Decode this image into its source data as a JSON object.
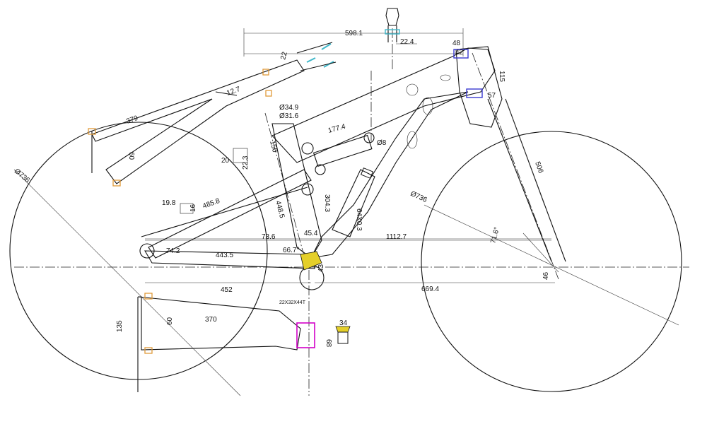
{
  "dimensions": {
    "d598_1": "598.1",
    "d22_4": "22.4",
    "d48": "48",
    "d42": "42",
    "d115": "115",
    "d57": "57",
    "d22": "22",
    "d12_7": "12.7",
    "d379": "379",
    "d60_top": "60",
    "dia34_9": "Ø34.9",
    "dia31_6": "Ø31.6",
    "d177_4": "177.4",
    "dia8": "Ø8",
    "d20": "20",
    "d22_3": "22.3",
    "d150": "150",
    "dia736_left": "Ø736",
    "dia736_right": "Ø736",
    "d506": "506",
    "d19_8": "19.8",
    "d16": "16",
    "d485_8": "485.8",
    "d448_5": "448.5",
    "d304_3": "304.3",
    "d64x0_3": "64X0.3",
    "d45_4": "45.4",
    "d1112_7": "1112.7",
    "d73_6": "73.6",
    "d74_2": "74.2",
    "d443_5": "443.5",
    "d66_7": "66.7°",
    "d71_6": "71.6°",
    "d452": "452",
    "d669_4": "669.4",
    "d46": "46",
    "d22x32x44t": "22X32X44T",
    "d135": "135",
    "d60_bottom": "60",
    "d370": "370",
    "d34": "34",
    "d68": "68",
    "d43": "43"
  },
  "colors": {
    "line": "#111111",
    "cyan": "#3fb7c9",
    "blue": "#3a3ad0",
    "magenta": "#d200c8",
    "yellow": "#e4cf2a",
    "orange": "#e09a3a"
  }
}
